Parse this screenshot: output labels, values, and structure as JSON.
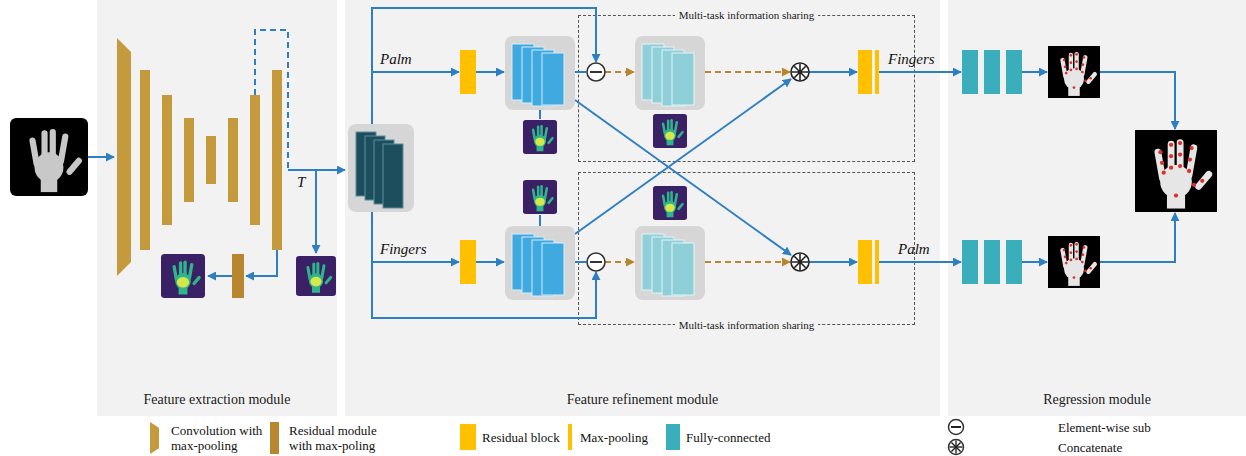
{
  "diagram": {
    "nodes": [
      {
        "text": [
          "Feature extraction module"
        ]
      },
      {
        "text": [
          "Feature refinement module"
        ]
      },
      {
        "text": [
          "Regression module"
        ]
      },
      {
        "text": [
          "Multi-task information sharing"
        ],
        "in": 1
      },
      {
        "text": [
          "Multi-task information sharing"
        ],
        "in": 1
      }
    ],
    "labels": [
      "T",
      "Palm",
      "Fingers",
      "Fingers",
      "Palm"
    ],
    "legend": [
      {
        "text": "Convolution with max-pooling",
        "color": "#C49A3C"
      },
      {
        "text": "Residual module with max-poling",
        "color": "#B8862E"
      },
      {
        "text": "Residual block",
        "color": "#FFC000"
      },
      {
        "text": "Max-pooling",
        "color": "#FFC000"
      },
      {
        "text": "Fully-connected",
        "color": "#3BAEBB"
      },
      {
        "text": "Element-wise sub"
      },
      {
        "text": "Concatenate"
      }
    ]
  }
}
